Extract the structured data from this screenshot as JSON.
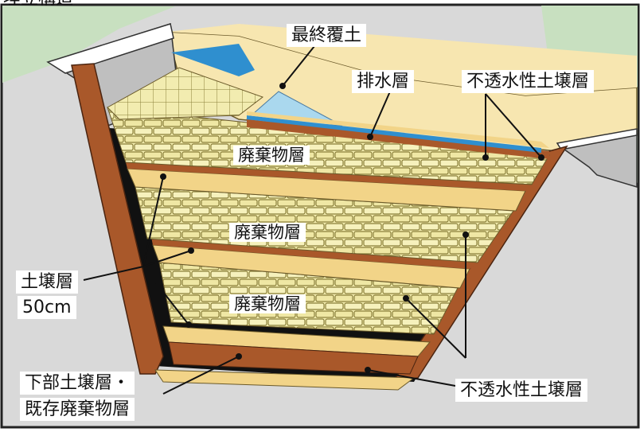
{
  "labels": {
    "clipped_top": "埋立構造",
    "final_cover": "最終覆土",
    "drainage_layer": "排水層",
    "impermeable_top": "不透水性土壌層",
    "waste_layer_1": "廃棄物層",
    "waste_layer_2": "廃棄物層",
    "waste_layer_3": "廃棄物層",
    "soil_layer": "土壌層",
    "soil_thickness": "50cm",
    "bottom_line1": "下部土壌層・",
    "bottom_line2": "既存廃棄物層",
    "impermeable_bottom": "不透水性土壌層"
  },
  "colors": {
    "frame": "#222222",
    "ground": "#d9d9d9",
    "ground_top": "#c8e0c0",
    "wall": "#a9582a",
    "wall_dark": "#7b3a17",
    "soil": "#f2d488",
    "cover": "#f7e6b0",
    "drain": "#2f8fcf",
    "water": "#aad8ee",
    "brick": "#f4eeb0",
    "brick_line": "#8a7f3a",
    "void": "#111111",
    "leader": "#111111"
  }
}
